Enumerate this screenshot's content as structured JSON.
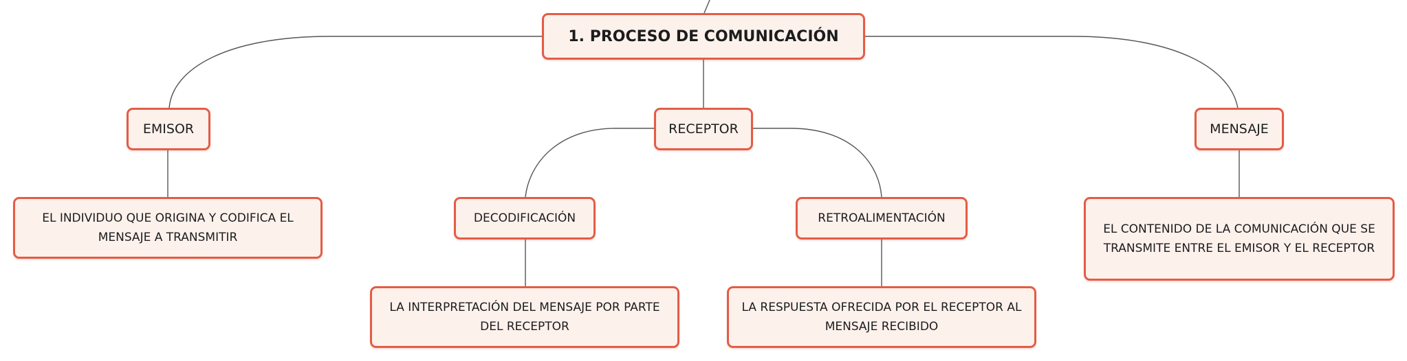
{
  "diagram": {
    "root": {
      "label": "1. PROCESO DE COMUNICACIÓN"
    },
    "emisor": {
      "label": "EMISOR",
      "description": "EL INDIVIDUO QUE ORIGINA Y CODIFICA EL MENSAJE A TRANSMITIR"
    },
    "receptor": {
      "label": "RECEPTOR",
      "decodificacion": {
        "label": "DECODIFICACIÓN",
        "description": "LA INTERPRETACIÓN DEL MENSAJE POR PARTE DEL RECEPTOR"
      },
      "retroalimentacion": {
        "label": "RETROALIMENTACIÓN",
        "description": "LA RESPUESTA OFRECIDA POR EL RECEPTOR AL MENSAJE RECIBIDO"
      }
    },
    "mensaje": {
      "label": "MENSAJE",
      "description": "EL CONTENIDO DE LA COMUNICACIÓN QUE SE TRANSMITE ENTRE EL EMISOR Y EL RECEPTOR"
    }
  },
  "colors": {
    "node_border": "#e45c45",
    "node_fill": "#fdf1ec",
    "connector": "#555555",
    "text": "#1c1c1c"
  }
}
